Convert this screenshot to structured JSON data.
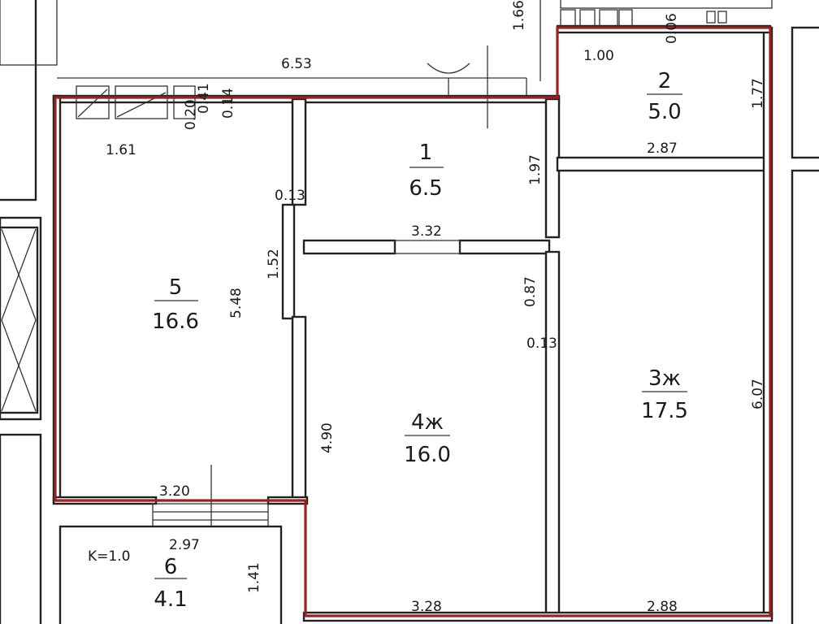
{
  "rooms": [
    {
      "number": "1",
      "area": "6.5"
    },
    {
      "number": "2",
      "area": "5.0"
    },
    {
      "number": "3ж",
      "area": "17.5"
    },
    {
      "number": "4ж",
      "area": "16.0"
    },
    {
      "number": "5",
      "area": "16.6"
    },
    {
      "number": "6",
      "area": "4.1"
    }
  ],
  "coefficient": "K=1.0",
  "dimensions": {
    "d_1_66": "1.66",
    "d_6_53": "6.53",
    "d_1_00": "1.00",
    "d_0_06": "0.06",
    "d_1_77": "1.77",
    "d_0_20": "0.20",
    "d_0_41": "0.41",
    "d_0_14": "0.14",
    "d_1_61": "1.61",
    "d_0_13_left": "0.13",
    "d_1_52": "1.52",
    "d_5_48": "5.48",
    "d_1_97": "1.97",
    "d_2_87": "2.87",
    "d_3_32": "3.32",
    "d_0_87": "0.87",
    "d_0_13_mid": "0.13",
    "d_6_07": "6.07",
    "d_4_90": "4.90",
    "d_3_20": "3.20",
    "d_2_97": "2.97",
    "d_1_41": "1.41",
    "d_3_28": "3.28",
    "d_2_88": "2.88"
  }
}
